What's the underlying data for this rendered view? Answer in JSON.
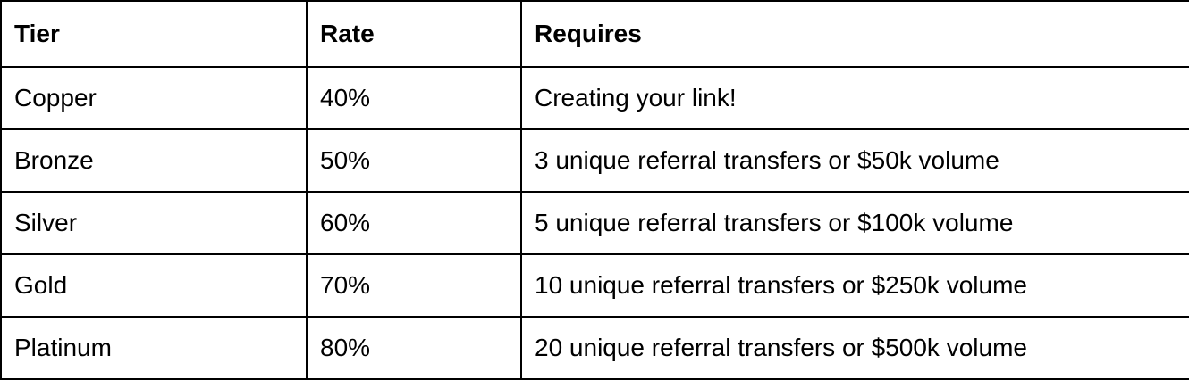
{
  "table": {
    "headers": {
      "tier": "Tier",
      "rate": "Rate",
      "requires": "Requires"
    },
    "rows": [
      {
        "tier": "Copper",
        "rate": "40%",
        "requires": "Creating your link!"
      },
      {
        "tier": "Bronze",
        "rate": "50%",
        "requires": "3 unique referral transfers or $50k volume"
      },
      {
        "tier": "Silver",
        "rate": "60%",
        "requires": "5 unique referral transfers or $100k volume"
      },
      {
        "tier": "Gold",
        "rate": "70%",
        "requires": "10 unique referral transfers or $250k volume"
      },
      {
        "tier": "Platinum",
        "rate": "80%",
        "requires": "20 unique referral transfers or $500k volume"
      }
    ]
  }
}
